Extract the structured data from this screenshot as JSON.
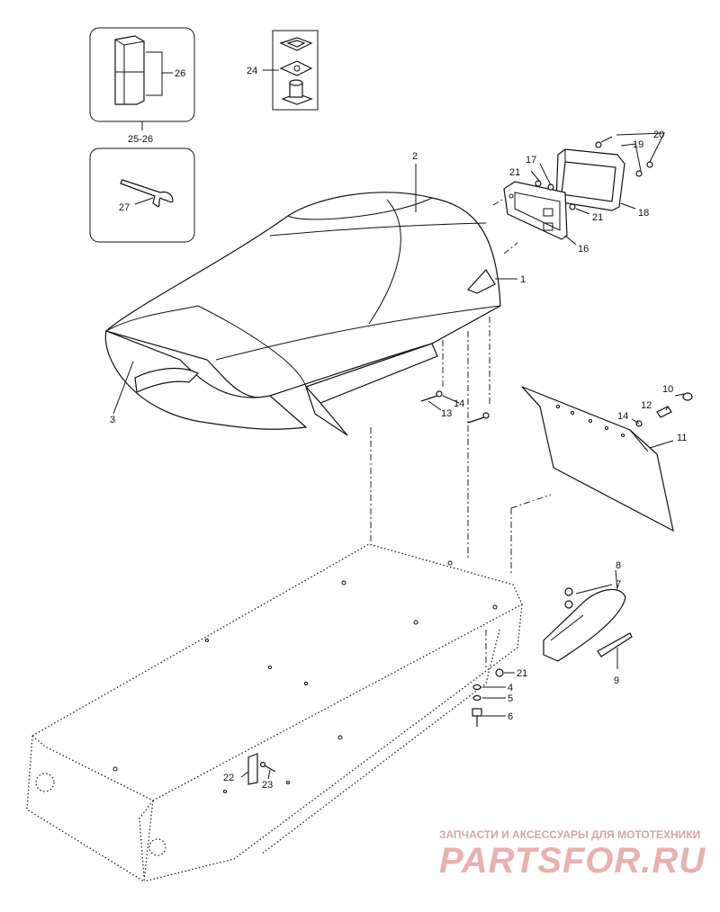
{
  "callouts": [
    {
      "id": "1",
      "text": "1"
    },
    {
      "id": "2",
      "text": "2"
    },
    {
      "id": "3",
      "text": "3"
    },
    {
      "id": "4",
      "text": "4"
    },
    {
      "id": "5",
      "text": "5"
    },
    {
      "id": "6",
      "text": "6"
    },
    {
      "id": "7",
      "text": "7"
    },
    {
      "id": "8",
      "text": "8"
    },
    {
      "id": "9",
      "text": "9"
    },
    {
      "id": "10",
      "text": "10"
    },
    {
      "id": "11",
      "text": "11"
    },
    {
      "id": "12",
      "text": "12"
    },
    {
      "id": "13",
      "text": "13"
    },
    {
      "id": "14a",
      "text": "14"
    },
    {
      "id": "14b",
      "text": "14"
    },
    {
      "id": "16",
      "text": "16"
    },
    {
      "id": "17",
      "text": "17"
    },
    {
      "id": "18",
      "text": "18"
    },
    {
      "id": "19",
      "text": "19"
    },
    {
      "id": "20",
      "text": "20"
    },
    {
      "id": "21a",
      "text": "21"
    },
    {
      "id": "21b",
      "text": "21"
    },
    {
      "id": "21c",
      "text": "21"
    },
    {
      "id": "22",
      "text": "22"
    },
    {
      "id": "23",
      "text": "23"
    },
    {
      "id": "24",
      "text": "24"
    },
    {
      "id": "25-26",
      "text": "25-26"
    },
    {
      "id": "26",
      "text": "26"
    },
    {
      "id": "27",
      "text": "27"
    }
  ],
  "watermark": {
    "tagline": "ЗАПЧАСТИ И АКСЕССУАРЫ ДЛЯ МОТОТЕХНИКИ",
    "brand": "PARTSFOR.RU"
  }
}
